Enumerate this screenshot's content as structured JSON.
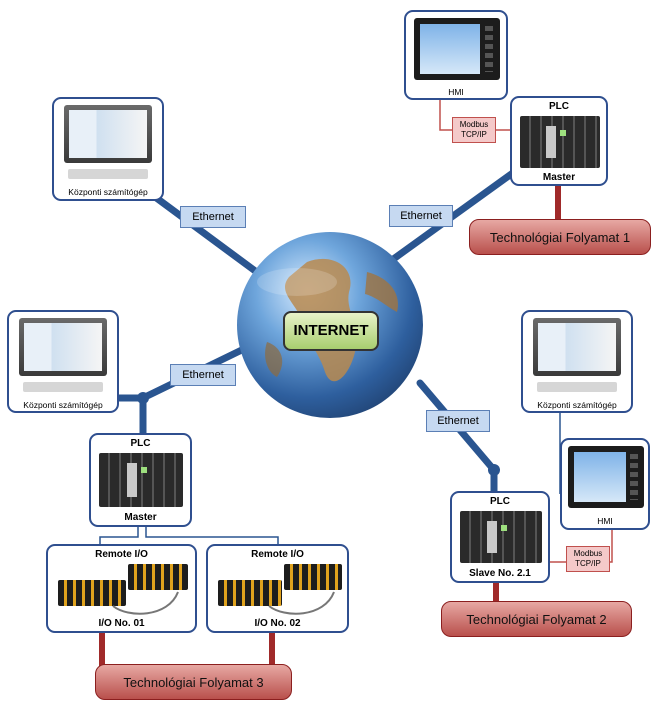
{
  "center": {
    "label": "INTERNET"
  },
  "ethernet_labels": [
    "Ethernet",
    "Ethernet",
    "Ethernet",
    "Ethernet"
  ],
  "computers": [
    "Központi számítógép",
    "Központi számítógép",
    "Központi számítógép"
  ],
  "hmi": [
    "HMI",
    "HMI"
  ],
  "modbus": [
    {
      "line1": "Modbus",
      "line2": "TCP/IP"
    },
    {
      "line1": "Modbus",
      "line2": "TCP/IP"
    }
  ],
  "plcs": [
    {
      "title": "PLC",
      "subtitle": "Master"
    },
    {
      "title": "PLC",
      "subtitle": "Master"
    },
    {
      "title": "PLC",
      "subtitle": "Slave No. 2.1"
    }
  ],
  "remote_io": [
    {
      "title": "Remote I/O",
      "subtitle": "I/O No. 01"
    },
    {
      "title": "Remote I/O",
      "subtitle": "I/O No. 02"
    }
  ],
  "processes": [
    "Technológiai Folyamat 1",
    "Technológiai Folyamat 2",
    "Technológiai Folyamat 3"
  ],
  "colors": {
    "link": "#2a5590",
    "border": "#2f4f8f",
    "process_line": "#a02a2a",
    "ethernet_fill": "#c6d9f1"
  }
}
